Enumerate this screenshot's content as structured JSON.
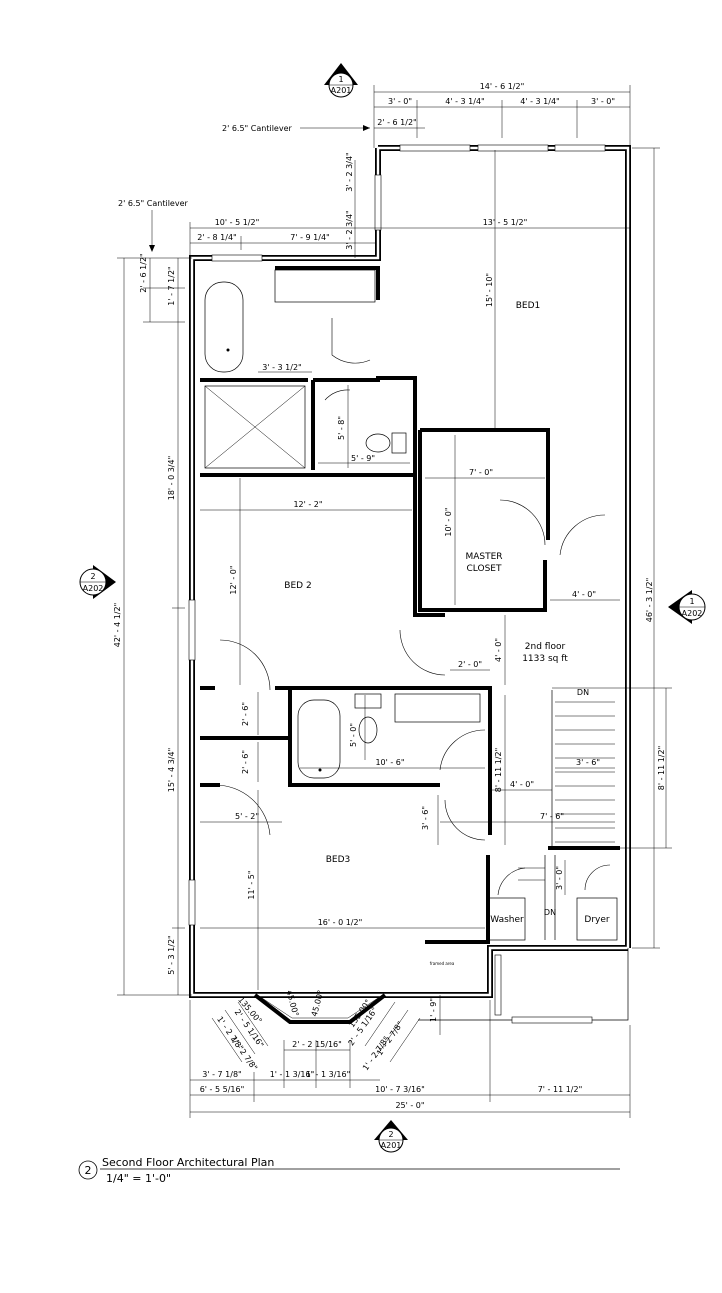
{
  "rooms": {
    "bed1": "BED1",
    "bed2": "BED 2",
    "bed3": "BED3",
    "closet_line1": "MASTER",
    "closet_line2": "CLOSET",
    "floor_line1": "2nd floor",
    "floor_line2": "1133 sq ft",
    "washer": "Washer",
    "dryer": "Dryer",
    "dn_top": "DN",
    "dn_bottom": "DN",
    "small_note": "framed area"
  },
  "notes": {
    "cantilever_top": "2' 6.5\" Cantilever",
    "cantilever_left": "2' 6.5\" Cantilever"
  },
  "section_tags": {
    "top": {
      "num": "1",
      "sheet": "A201"
    },
    "bottom": {
      "num": "2",
      "sheet": "A201"
    },
    "left": {
      "num": "2",
      "sheet": "A202"
    },
    "right": {
      "num": "1",
      "sheet": "A202"
    }
  },
  "dimensions": {
    "top_overall": "14' - 6 1/2\"",
    "top_a": "3' - 0\"",
    "top_b": "4' - 3 1/4\"",
    "top_c": "4' - 3 1/4\"",
    "top_d": "3' - 0\"",
    "top_cant": "2' - 6 1/2\"",
    "v_cant_a": "3' - 2 3/4\"",
    "v_cant_b": "3' - 2 3/4\"",
    "left_width": "10' - 5 1/2\"",
    "left_a": "2' - 8 1/4\"",
    "left_b": "7' - 9 1/4\"",
    "bed1_width": "13' - 5 1/2\"",
    "bed1_height": "15' - 10\"",
    "left_v1": "2' - 6 1/2\"",
    "left_v2": "1' - 7 1/2\"",
    "left_overall": "42' - 4 1/2\"",
    "left_v3": "18' - 0 3/4\"",
    "left_v4": "15' - 4 3/4\"",
    "left_v5": "5' - 3 1/2\"",
    "right_overall": "46' - 3 1/2\"",
    "right_stair": "8' - 11 1/2\"",
    "bath_w": "3' - 3 1/2\"",
    "wc_h": "5' - 8\"",
    "wc_w": "5' - 9\"",
    "closet_w": "7' - 0\"",
    "closet_h": "10' - 0\"",
    "bed2_w": "12' - 2\"",
    "bed2_h": "12' - 0\"",
    "hall_4ft": "4' - 0\"",
    "hall_v4": "4' - 0\"",
    "hall_2ft": "2' - 0\"",
    "lin1": "2' - 6\"",
    "lin2": "2' - 6\"",
    "bath2_h": "5' - 0\"",
    "bath2_w": "10' - 6\"",
    "stair_w": "3' - 6\"",
    "hall_v8": "8' - 11 1/2\"",
    "hall_4ft_b": "4' - 0\"",
    "hall_7ft": "7' - 6\"",
    "bed3_door": "3' - 6\"",
    "bed3_a": "5' - 2\"",
    "bed3_h": "11' - 5\"",
    "bed3_w": "16' - 0 1/2\"",
    "bay_1_9": "1' - 9\"",
    "laundry_v": "3' - 0\"",
    "bay_center": "2' - 2 15/16\"",
    "bay_ang_l": "135.00°",
    "bay_ang_l2": "45.00°",
    "bay_ang_r": "135.00°",
    "bay_ang_r2": "45.00°",
    "bay_l1": "2' - 5 1/16\"",
    "bay_l2": "1' - 2 7/8\"",
    "bay_l3": "1' - 2 7/8\"",
    "bay_r1": "2' - 5 1/16\"",
    "bay_r2": "1' - 2 7/8\"",
    "bay_r3": "1' - 2 7/8\"",
    "bot_a": "3' - 7 1/8\"",
    "bot_b": "1' - 1 3/16\"",
    "bot_c": "1' - 1 3/16\"",
    "bot_d": "6' - 5 5/16\"",
    "bot_e": "10' - 7 3/16\"",
    "bot_f": "7' - 11 1/2\"",
    "bot_overall": "25' - 0\""
  },
  "title_block": {
    "number": "2",
    "name": "Second Floor Architectural Plan",
    "scale": "1/4\" = 1'-0\""
  }
}
